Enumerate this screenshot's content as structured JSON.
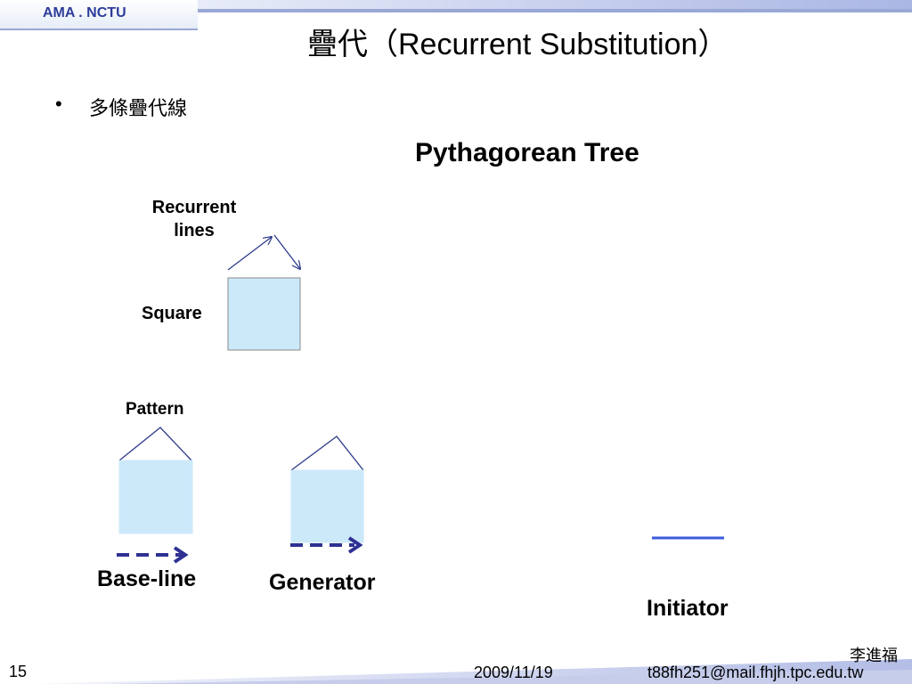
{
  "header": {
    "logo_text": "AMA . NCTU",
    "title": "疊代（Recurrent Substitution）"
  },
  "content": {
    "bullet_symbol": "•",
    "bullet_text": "多條疊代線",
    "heading": "Pythagorean  Tree"
  },
  "diagram": {
    "recurrent_lines_label": "Recurrent lines",
    "square_label": "Square",
    "pattern_label": "Pattern",
    "baseline_label": "Base-line",
    "generator_label": "Generator",
    "initiator_label": "Initiator"
  },
  "footer": {
    "page_number": "15",
    "date": "2009/11/19",
    "author": "李進福",
    "email": "t88fh251@mail.fhjh.tpc.edu.tw"
  },
  "colors": {
    "square_fill": "#cce9fa",
    "line_color": "#2e3a8c",
    "arrow_color": "#2e3192",
    "initiator_color": "#3b5bdb",
    "band_color": "#b8c2e8"
  }
}
